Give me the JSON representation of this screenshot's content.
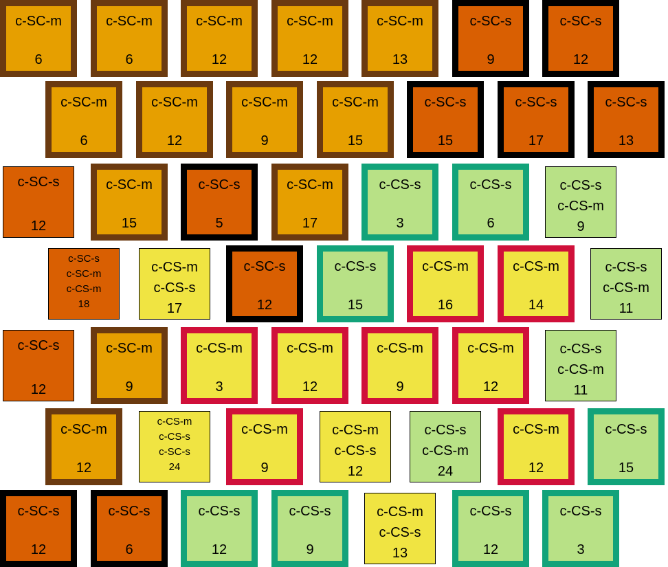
{
  "colors": {
    "SC_s_fill": "#d95f02",
    "SC_m_fill": "#e69f00",
    "CS_m_fill": "#f0e442",
    "CS_s_fill": "#b8e186",
    "border_SC_m": "#6b3a10",
    "border_SC_s": "#000000",
    "border_CS_m": "#d0103a",
    "border_CS_s": "#12a37a"
  },
  "rows": [
    [
      {
        "lines": [
          "c-SC-m"
        ],
        "value": "6",
        "fill": "SC_m",
        "border": "SC_m"
      },
      {
        "lines": [
          "c-SC-m"
        ],
        "value": "6",
        "fill": "SC_m",
        "border": "SC_m"
      },
      {
        "lines": [
          "c-SC-m"
        ],
        "value": "12",
        "fill": "SC_m",
        "border": "SC_m"
      },
      {
        "lines": [
          "c-SC-m"
        ],
        "value": "12",
        "fill": "SC_m",
        "border": "SC_m"
      },
      {
        "lines": [
          "c-SC-m"
        ],
        "value": "13",
        "fill": "SC_m",
        "border": "SC_m"
      },
      {
        "lines": [
          "c-SC-s"
        ],
        "value": "9",
        "fill": "SC_s",
        "border": "SC_s"
      },
      {
        "lines": [
          "c-SC-s"
        ],
        "value": "12",
        "fill": "SC_s",
        "border": "SC_s"
      }
    ],
    [
      {
        "lines": [
          "c-SC-m"
        ],
        "value": "6",
        "fill": "SC_m",
        "border": "SC_m"
      },
      {
        "lines": [
          "c-SC-m"
        ],
        "value": "12",
        "fill": "SC_m",
        "border": "SC_m"
      },
      {
        "lines": [
          "c-SC-m"
        ],
        "value": "9",
        "fill": "SC_m",
        "border": "SC_m"
      },
      {
        "lines": [
          "c-SC-m"
        ],
        "value": "15",
        "fill": "SC_m",
        "border": "SC_m"
      },
      {
        "lines": [
          "c-SC-s"
        ],
        "value": "15",
        "fill": "SC_s",
        "border": "SC_s"
      },
      {
        "lines": [
          "c-SC-s"
        ],
        "value": "17",
        "fill": "SC_s",
        "border": "SC_s"
      },
      {
        "lines": [
          "c-SC-s"
        ],
        "value": "13",
        "fill": "SC_s",
        "border": "SC_s"
      }
    ],
    [
      {
        "lines": [
          "c-SC-s"
        ],
        "value": "12",
        "fill": "SC_s",
        "border": "thin"
      },
      {
        "lines": [
          "c-SC-m"
        ],
        "value": "15",
        "fill": "SC_m",
        "border": "SC_m"
      },
      {
        "lines": [
          "c-SC-s"
        ],
        "value": "5",
        "fill": "SC_s",
        "border": "SC_s"
      },
      {
        "lines": [
          "c-SC-m"
        ],
        "value": "17",
        "fill": "SC_m",
        "border": "SC_m"
      },
      {
        "lines": [
          "c-CS-s"
        ],
        "value": "3",
        "fill": "CS_s",
        "border": "CS_s"
      },
      {
        "lines": [
          "c-CS-s"
        ],
        "value": "6",
        "fill": "CS_s",
        "border": "CS_s"
      },
      {
        "lines": [
          "c-CS-s",
          "c-CS-m"
        ],
        "value": "9",
        "fill": "CS_s",
        "border": "thin"
      }
    ],
    [
      {
        "lines": [
          "c-SC-s",
          "c-SC-m",
          "c-CS-m"
        ],
        "value": "18",
        "fill": "SC_s",
        "border": "thin"
      },
      {
        "lines": [
          "c-CS-m",
          "c-CS-s"
        ],
        "value": "17",
        "fill": "CS_m",
        "border": "thin"
      },
      {
        "lines": [
          "c-SC-s"
        ],
        "value": "12",
        "fill": "SC_s",
        "border": "SC_s"
      },
      {
        "lines": [
          "c-CS-s"
        ],
        "value": "15",
        "fill": "CS_s",
        "border": "CS_s"
      },
      {
        "lines": [
          "c-CS-m"
        ],
        "value": "16",
        "fill": "CS_m",
        "border": "CS_m"
      },
      {
        "lines": [
          "c-CS-m"
        ],
        "value": "14",
        "fill": "CS_m",
        "border": "CS_m"
      },
      {
        "lines": [
          "c-CS-s",
          "c-CS-m"
        ],
        "value": "11",
        "fill": "CS_s",
        "border": "thin"
      }
    ],
    [
      {
        "lines": [
          "c-SC-s"
        ],
        "value": "12",
        "fill": "SC_s",
        "border": "thin"
      },
      {
        "lines": [
          "c-SC-m"
        ],
        "value": "9",
        "fill": "SC_m",
        "border": "SC_m"
      },
      {
        "lines": [
          "c-CS-m"
        ],
        "value": "3",
        "fill": "CS_m",
        "border": "CS_m"
      },
      {
        "lines": [
          "c-CS-m"
        ],
        "value": "12",
        "fill": "CS_m",
        "border": "CS_m"
      },
      {
        "lines": [
          "c-CS-m"
        ],
        "value": "9",
        "fill": "CS_m",
        "border": "CS_m"
      },
      {
        "lines": [
          "c-CS-m"
        ],
        "value": "12",
        "fill": "CS_m",
        "border": "CS_m"
      },
      {
        "lines": [
          "c-CS-s",
          "c-CS-m"
        ],
        "value": "11",
        "fill": "CS_s",
        "border": "thin"
      }
    ],
    [
      {
        "lines": [
          "c-SC-m"
        ],
        "value": "12",
        "fill": "SC_m",
        "border": "SC_m"
      },
      {
        "lines": [
          "c-CS-m",
          "c-CS-s",
          "c-SC-s"
        ],
        "value": "24",
        "fill": "CS_m",
        "border": "thin"
      },
      {
        "lines": [
          "c-CS-m"
        ],
        "value": "9",
        "fill": "CS_m",
        "border": "CS_m"
      },
      {
        "lines": [
          "c-CS-m",
          "c-CS-s"
        ],
        "value": "12",
        "fill": "CS_m",
        "border": "thin"
      },
      {
        "lines": [
          "c-CS-s",
          "c-CS-m"
        ],
        "value": "24",
        "fill": "CS_s",
        "border": "thin"
      },
      {
        "lines": [
          "c-CS-m"
        ],
        "value": "12",
        "fill": "CS_m",
        "border": "CS_m"
      },
      {
        "lines": [
          "c-CS-s"
        ],
        "value": "15",
        "fill": "CS_s",
        "border": "CS_s"
      }
    ],
    [
      {
        "lines": [
          "c-SC-s"
        ],
        "value": "12",
        "fill": "SC_s",
        "border": "SC_s"
      },
      {
        "lines": [
          "c-SC-s"
        ],
        "value": "6",
        "fill": "SC_s",
        "border": "SC_s"
      },
      {
        "lines": [
          "c-CS-s"
        ],
        "value": "12",
        "fill": "CS_s",
        "border": "CS_s"
      },
      {
        "lines": [
          "c-CS-s"
        ],
        "value": "9",
        "fill": "CS_s",
        "border": "CS_s"
      },
      {
        "lines": [
          "c-CS-m",
          "c-CS-s"
        ],
        "value": "13",
        "fill": "CS_m",
        "border": "thin"
      },
      {
        "lines": [
          "c-CS-s"
        ],
        "value": "12",
        "fill": "CS_s",
        "border": "CS_s"
      },
      {
        "lines": [
          "c-CS-s"
        ],
        "value": "3",
        "fill": "CS_s",
        "border": "CS_s"
      }
    ]
  ]
}
